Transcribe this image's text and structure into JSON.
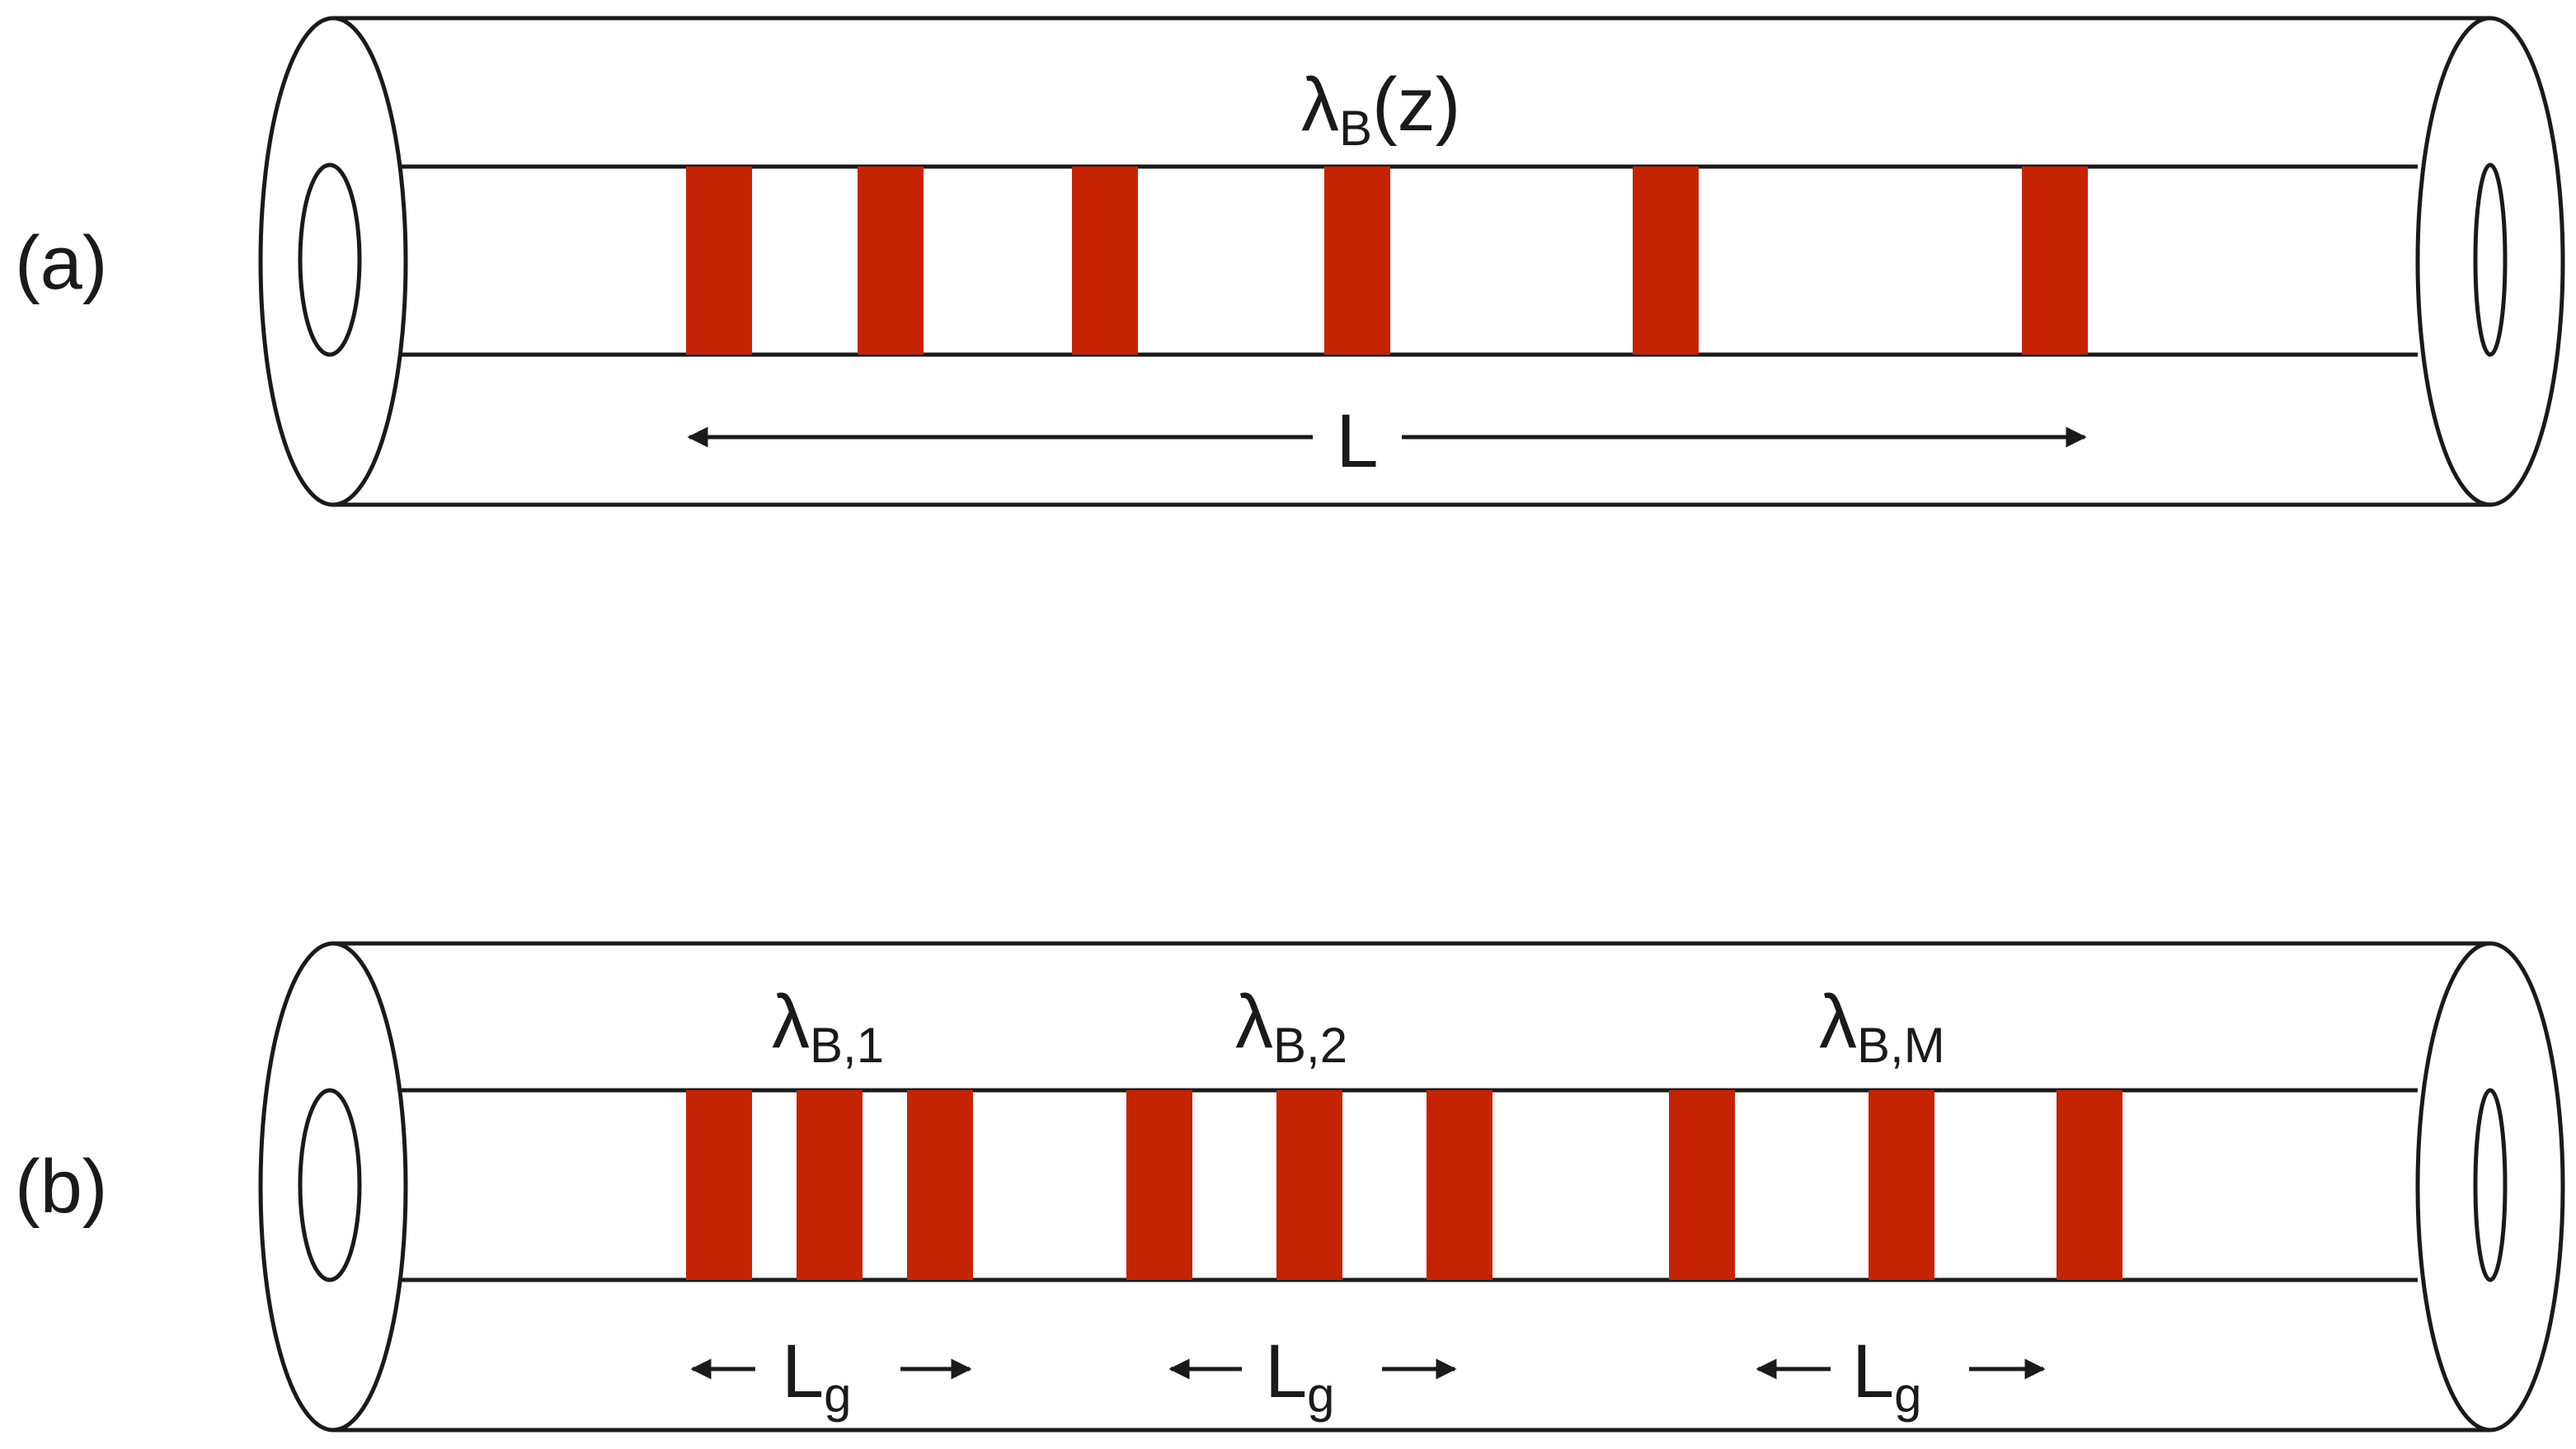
{
  "colors": {
    "grating": "#c62305",
    "line": "#1a1a1a",
    "background": "#ffffff"
  },
  "panel_a": {
    "label": "(a)",
    "wavelength": {
      "symbol": "λ",
      "subscript": "B",
      "suffix": "(z)"
    },
    "length_label": "L",
    "grating_count": 6
  },
  "panel_b": {
    "label": "(b)",
    "groups": [
      {
        "symbol": "λ",
        "subscript": "B,1",
        "length_label": "L",
        "length_subscript": "g",
        "grating_count": 3
      },
      {
        "symbol": "λ",
        "subscript": "B,2",
        "length_label": "L",
        "length_subscript": "g",
        "grating_count": 3
      },
      {
        "symbol": "λ",
        "subscript": "B,M",
        "length_label": "L",
        "length_subscript": "g",
        "grating_count": 3
      }
    ]
  }
}
